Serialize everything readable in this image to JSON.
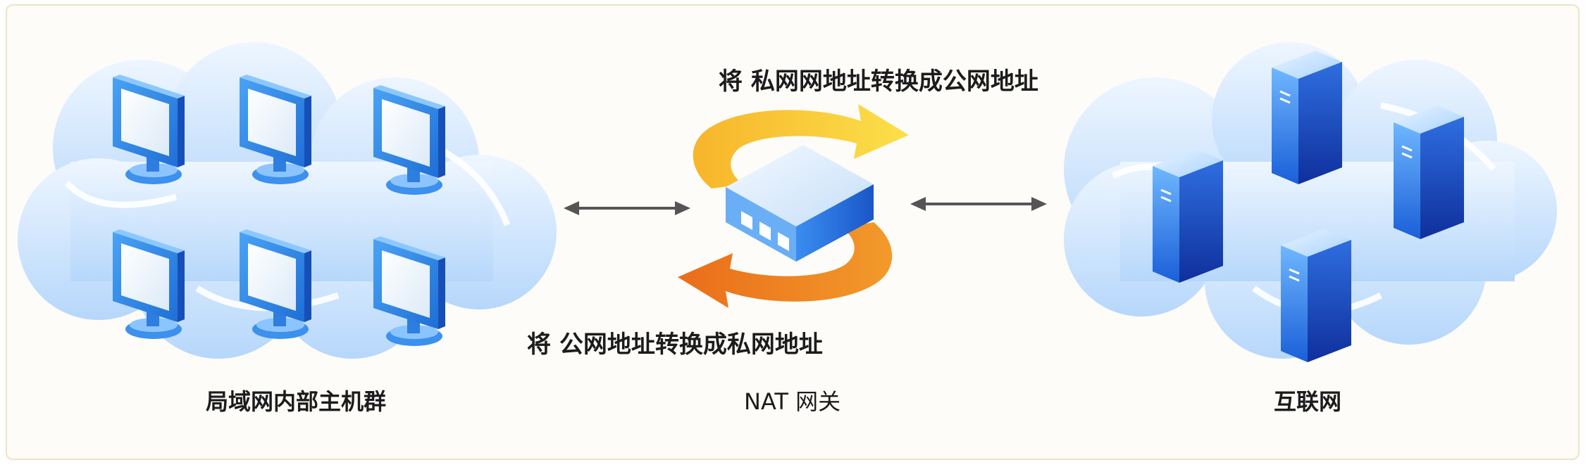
{
  "labels": {
    "top_caption": "将 私网网地址转换成公网地址",
    "bottom_caption": "将 公网地址转换成私网地址",
    "lan": "局域网内部主机群",
    "nat": "NAT 网关",
    "internet": "互联网"
  },
  "colors": {
    "cloud_light": "#e4f1ff",
    "cloud_mid": "#bcdcff",
    "monitor_blue": "#2f8ae8",
    "server_blue": "#1f63d6",
    "arrow_yellow": "#f8c830",
    "arrow_orange": "#ee8420",
    "connector_gray": "#555555"
  },
  "icons": {
    "hosts": "monitor-icon",
    "gateway": "router-icon",
    "servers": "server-icon"
  }
}
